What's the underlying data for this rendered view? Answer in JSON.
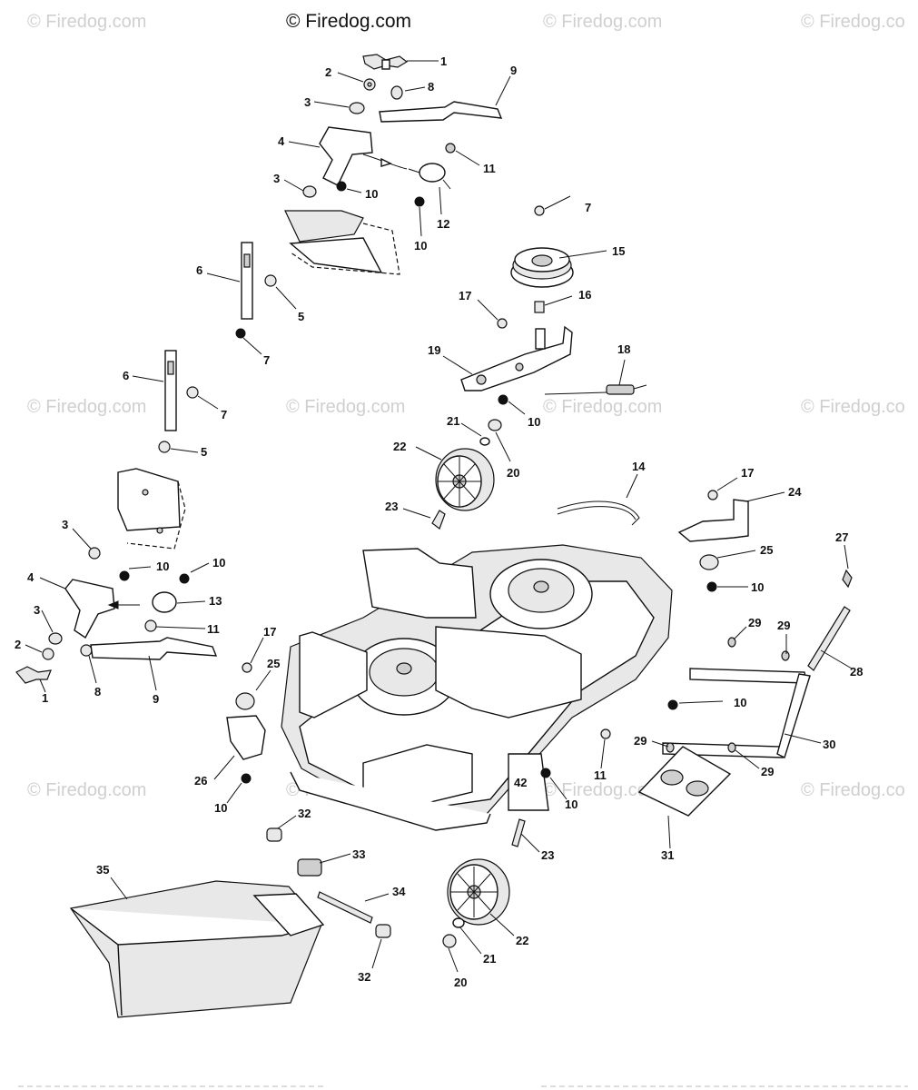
{
  "header": {
    "copyright": "© Firedog.com"
  },
  "watermark": {
    "text": "© Firedog.com",
    "text_cut": "© Firedog.co",
    "text_short": "© Firedog.com"
  },
  "labels": {
    "l1a": "1",
    "l2a": "2",
    "l3a": "3",
    "l8a": "8",
    "l9a": "9",
    "l4a": "4",
    "l11a": "11",
    "l3b": "3",
    "l10a": "10",
    "l12": "12",
    "l10b": "10",
    "l7a": "7",
    "l15": "15",
    "l16": "16",
    "l17a": "17",
    "l6a": "6",
    "l5a": "5",
    "l7b": "7",
    "l19": "19",
    "l18": "18",
    "l10c": "10",
    "l6b": "6",
    "l7c": "7",
    "l5b": "5",
    "l21a": "21",
    "l22a": "22",
    "l20a": "20",
    "l23a": "23",
    "l14": "14",
    "l17b": "17",
    "l24": "24",
    "l25a": "25",
    "l27": "27",
    "l10d": "10",
    "l3c": "3",
    "l10e": "10",
    "l10f": "10",
    "l4b": "4",
    "l13": "13",
    "l3d": "3",
    "l11b": "11",
    "l2b": "2",
    "l1b": "1",
    "l8b": "8",
    "l9b": "9",
    "l17c": "17",
    "l25b": "25",
    "l29a": "29",
    "l29b": "29",
    "l28": "28",
    "l10g": "10",
    "l30": "30",
    "l29c": "29",
    "l29d": "29",
    "l11c": "11",
    "l10h": "10",
    "l26": "26",
    "l10i": "10",
    "l31": "31",
    "l32a": "32",
    "l33": "33",
    "l23b": "23",
    "l35": "35",
    "l34": "34",
    "l22b": "22",
    "l32b": "32",
    "l21b": "21",
    "l20b": "20"
  },
  "deck_stamp": "42"
}
